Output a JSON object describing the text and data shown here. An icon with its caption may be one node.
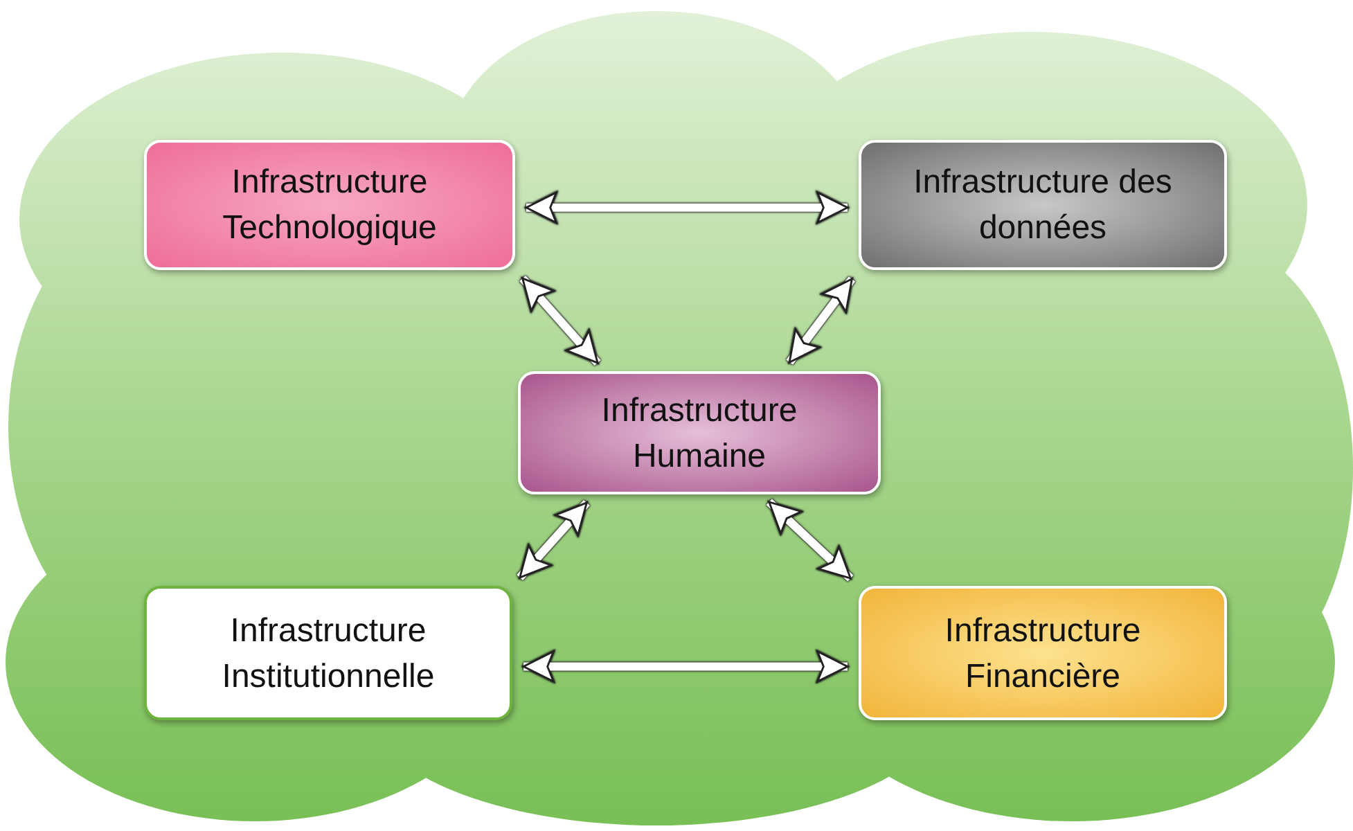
{
  "diagram": {
    "nodes": [
      {
        "text": [],
        "shape": "cloud"
      },
      {
        "text": [
          "Infrastructure Technologique"
        ],
        "in": 0
      },
      {
        "text": [
          "Infrastructure des données"
        ],
        "in": 0
      },
      {
        "text": [
          "Infrastructure Humaine"
        ],
        "in": 0
      },
      {
        "text": [
          "Infrastructure Institutionnelle"
        ],
        "in": 0
      },
      {
        "text": [
          "Infrastructure Financière"
        ],
        "in": 0
      }
    ],
    "edges": [
      {
        "from": 1,
        "to": 2,
        "arrow": "both"
      },
      {
        "from": 1,
        "to": 3,
        "arrow": "both"
      },
      {
        "from": 2,
        "to": 3,
        "arrow": "both"
      },
      {
        "from": 3,
        "to": 4,
        "arrow": "both"
      },
      {
        "from": 3,
        "to": 5,
        "arrow": "both"
      },
      {
        "from": 4,
        "to": 5,
        "arrow": "both"
      }
    ]
  }
}
